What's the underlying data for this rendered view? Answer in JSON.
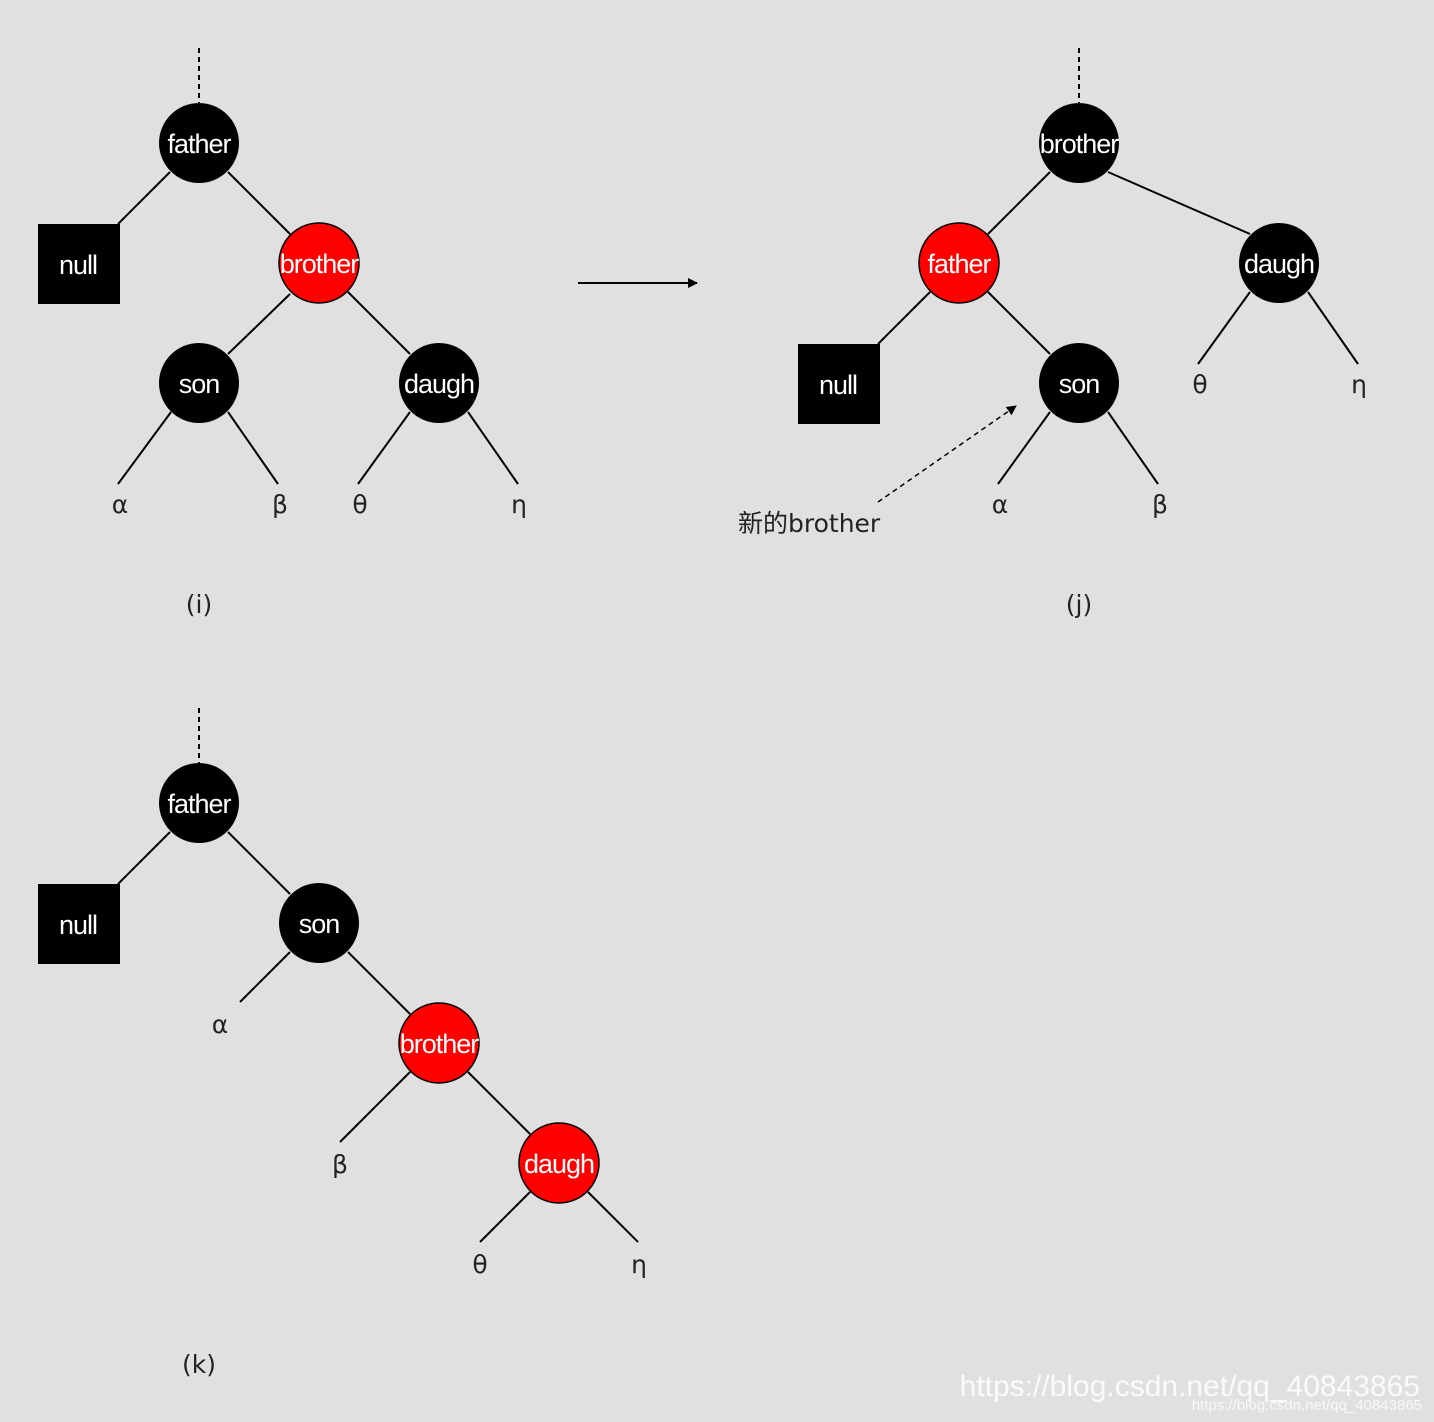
{
  "colors": {
    "background": "#e0e0e0",
    "black_node": "#000000",
    "red_node": "#ff0000",
    "edge": "#000000",
    "text_on_node": "#ffffff"
  },
  "diagrams": [
    {
      "caption": "(i)",
      "nodes": [
        {
          "id": "father",
          "label": "father",
          "shape": "circle",
          "color": "black"
        },
        {
          "id": "null",
          "label": "null",
          "shape": "square",
          "color": "black"
        },
        {
          "id": "brother",
          "label": "brother",
          "shape": "circle",
          "color": "red"
        },
        {
          "id": "son",
          "label": "son",
          "shape": "circle",
          "color": "black"
        },
        {
          "id": "daugh",
          "label": "daugh",
          "shape": "circle",
          "color": "black"
        }
      ],
      "leaves": [
        "α",
        "β",
        "θ",
        "η"
      ]
    },
    {
      "caption": "(j)",
      "nodes": [
        {
          "id": "brother",
          "label": "brother",
          "shape": "circle",
          "color": "black"
        },
        {
          "id": "father",
          "label": "father",
          "shape": "circle",
          "color": "red"
        },
        {
          "id": "daugh",
          "label": "daugh",
          "shape": "circle",
          "color": "black"
        },
        {
          "id": "null",
          "label": "null",
          "shape": "square",
          "color": "black"
        },
        {
          "id": "son",
          "label": "son",
          "shape": "circle",
          "color": "black"
        }
      ],
      "leaves": [
        "θ",
        "η",
        "α",
        "β"
      ],
      "annotation": "新的brother"
    },
    {
      "caption": "(k)",
      "nodes": [
        {
          "id": "father",
          "label": "father",
          "shape": "circle",
          "color": "black"
        },
        {
          "id": "null",
          "label": "null",
          "shape": "square",
          "color": "black"
        },
        {
          "id": "son",
          "label": "son",
          "shape": "circle",
          "color": "black"
        },
        {
          "id": "brother",
          "label": "brother",
          "shape": "circle",
          "color": "red"
        },
        {
          "id": "daugh",
          "label": "daugh",
          "shape": "circle",
          "color": "red"
        }
      ],
      "leaves": [
        "α",
        "β",
        "θ",
        "η"
      ]
    }
  ],
  "watermark": {
    "main": "https://blog.csdn.net/qq_40843865",
    "small": "https://blog.csdn.net/qq_40843865"
  }
}
